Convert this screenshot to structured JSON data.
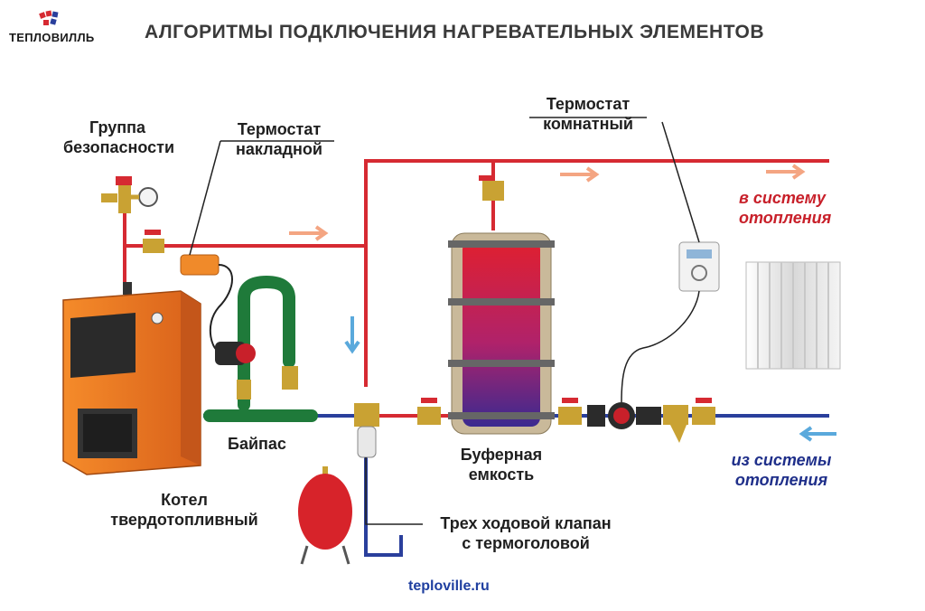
{
  "brand": {
    "name": "ТЕПЛОВИЛЛЬ"
  },
  "title": "АЛГОРИТМЫ ПОДКЛЮЧЕНИЯ НАГРЕВАТЕЛЬНЫХ ЭЛЕМЕНТОВ",
  "labels": {
    "safety_group_1": "Группа",
    "safety_group_2": "безопасности",
    "thermostat_clamp_1": "Термостат",
    "thermostat_clamp_2": "накладной",
    "thermostat_room_1": "Термостат",
    "thermostat_room_2": "комнатный",
    "to_system_1": "в систему",
    "to_system_2": "отопления",
    "from_system_1": "из системы",
    "from_system_2": "отопления",
    "bypass": "Байпас",
    "buffer_1": "Буферная",
    "buffer_2": "емкость",
    "boiler_1": "Котел",
    "boiler_2": "твердотопливный",
    "valve_1": "Трех ходовой клапан",
    "valve_2": "с термоголовой"
  },
  "footer_url": "teploville.ru",
  "colors": {
    "supply_pipe": "#d62a32",
    "return_pipe": "#2a3f9c",
    "boiler_body": "#f07a1f",
    "bypass_pipe": "#1f7a3a",
    "arrow_supply": "#f4a582",
    "arrow_return": "#5aa9dc",
    "tank_top": "#e0202f",
    "tank_bottom": "#3a2a90",
    "expansion_tank": "#d7232a",
    "brass": "#c9a233"
  },
  "icons": [
    "manometer-icon",
    "ball-valve-icon",
    "pump-icon",
    "filter-icon",
    "radiator-icon",
    "room-thermostat-icon",
    "expansion-tank-icon",
    "three-way-valve-icon"
  ]
}
